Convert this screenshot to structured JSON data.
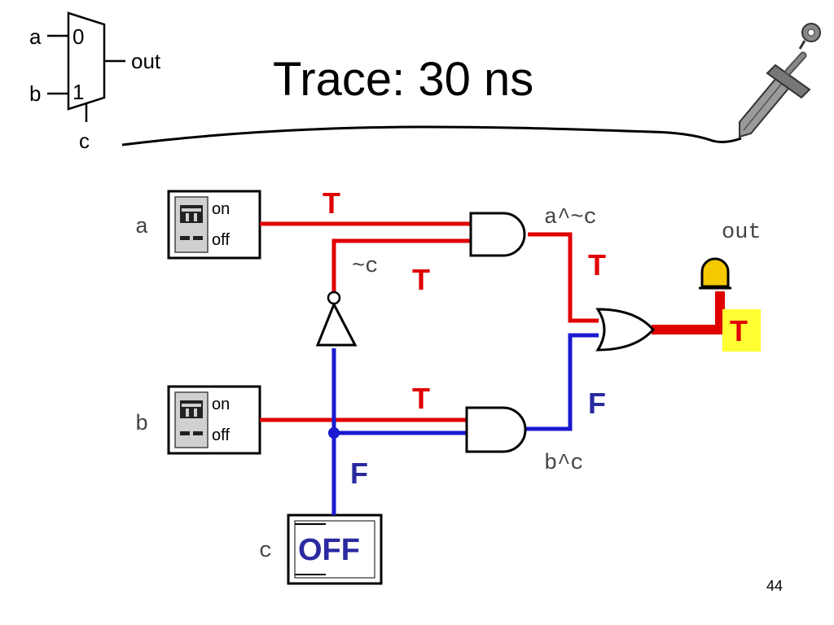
{
  "title": "Trace: 30 ns",
  "page_number": "44",
  "mux": {
    "input_a": "a",
    "input_b": "b",
    "select_0": "0",
    "select_1": "1",
    "select": "c",
    "output": "out"
  },
  "circuit": {
    "input_a": "a",
    "input_b": "b",
    "input_c": "c",
    "switch_on": "on",
    "switch_off": "off",
    "c_state": "OFF",
    "not_c": "~c",
    "a_and_not_c": "a^~c",
    "b_and_c": "b^c",
    "output": "out"
  },
  "wire_values": {
    "a_wire": "T",
    "not_c_wire": "T",
    "a_and_not_c_wire": "T",
    "b_wire": "T",
    "b_and_c_wire": "F",
    "c_wire": "F",
    "out_value": "T"
  },
  "colors": {
    "true_wire": "#e00000",
    "false_wire": "#1a1ad0",
    "true_label": "#e00000",
    "false_label": "#2a2aa0",
    "led": "#f5c800",
    "out_highlight": "#ffff33"
  },
  "icons": {
    "decoration": "sword-icon"
  }
}
